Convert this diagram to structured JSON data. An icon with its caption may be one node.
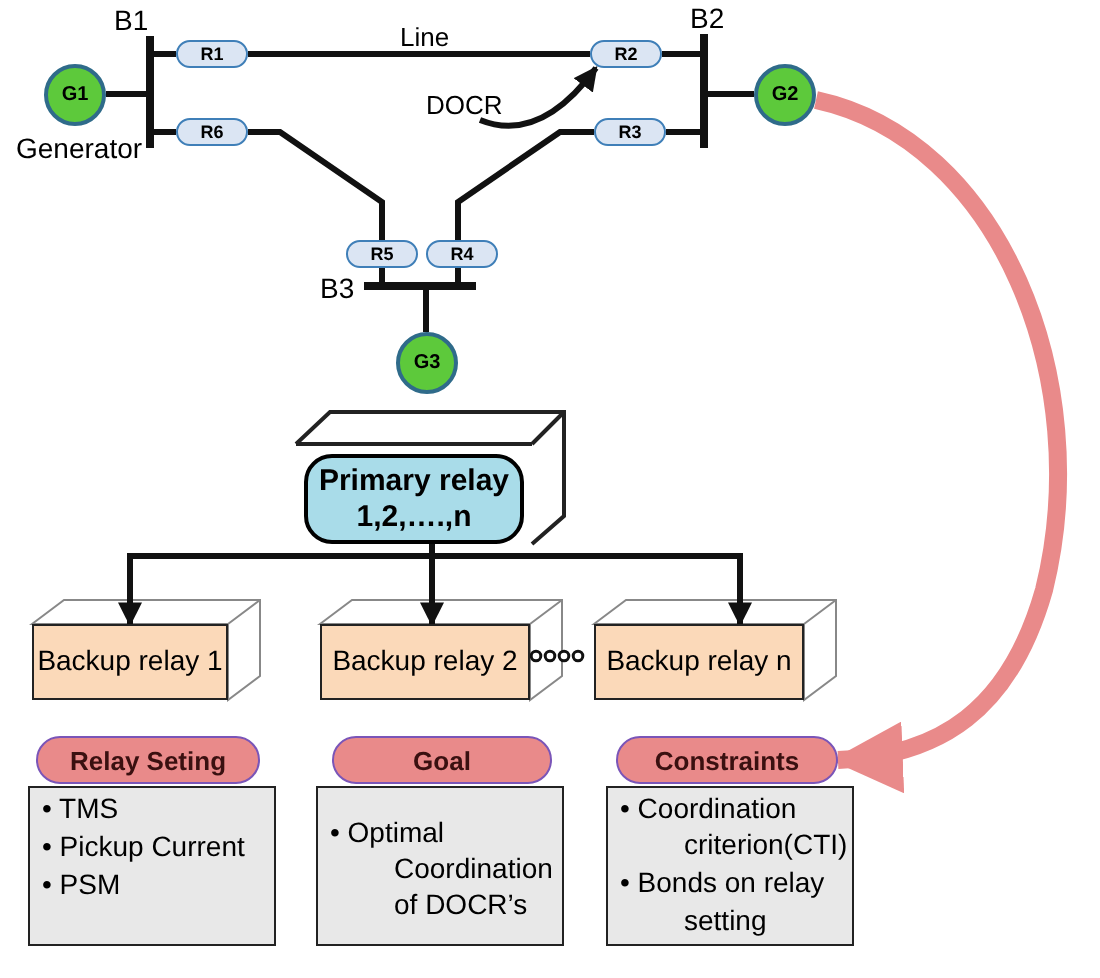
{
  "diagram": {
    "nodes": [
      {
        "text": [
          "G1"
        ],
        "beside": [
          "Generator"
        ]
      },
      {
        "text": [
          "G2"
        ]
      },
      {
        "text": [
          "G3"
        ]
      },
      {
        "text": [
          "R1"
        ]
      },
      {
        "text": [
          "R2"
        ]
      },
      {
        "text": [
          "R3"
        ]
      },
      {
        "text": [
          "R4"
        ]
      },
      {
        "text": [
          "R5"
        ]
      },
      {
        "text": [
          "R6"
        ]
      },
      {
        "text": [
          "B1"
        ]
      },
      {
        "text": [
          "B2"
        ]
      },
      {
        "text": [
          "B3"
        ]
      },
      {
        "text": [
          "Primary relay 1,2,….,n"
        ]
      },
      {
        "text": [
          "Backup relay 1"
        ]
      },
      {
        "text": [
          "Backup relay 2"
        ]
      },
      {
        "text": [
          "Backup relay n"
        ]
      },
      {
        "text": [
          "Relay Seting"
        ]
      },
      {
        "text": [
          "• TMS",
          "• Pickup Current",
          "• PSM"
        ]
      },
      {
        "text": [
          "Goal"
        ]
      },
      {
        "text": [
          "• Optimal Coordination of DOCR’s"
        ]
      },
      {
        "text": [
          "Constraints"
        ]
      },
      {
        "text": [
          "• Coordination criterion(CTI)",
          "• Bonds on relay setting"
        ]
      },
      {
        "text": [
          "DOCR"
        ]
      }
    ],
    "edges": [
      {
        "from": 0,
        "to": 9,
        "arrow": "none"
      },
      {
        "from": 9,
        "to": 3,
        "arrow": "none"
      },
      {
        "from": 3,
        "to": 4,
        "arrow": "none",
        "label": "Line"
      },
      {
        "from": 4,
        "to": 10,
        "arrow": "none"
      },
      {
        "from": 9,
        "to": 8,
        "arrow": "none"
      },
      {
        "from": 8,
        "to": 7,
        "arrow": "none"
      },
      {
        "from": 7,
        "to": 11,
        "arrow": "none"
      },
      {
        "from": 6,
        "to": 11,
        "arrow": "none"
      },
      {
        "from": 6,
        "to": 5,
        "arrow": "none"
      },
      {
        "from": 5,
        "to": 10,
        "arrow": "none"
      },
      {
        "from": 10,
        "to": 1,
        "arrow": "none"
      },
      {
        "from": 11,
        "to": 2,
        "arrow": "none"
      },
      {
        "from": 22,
        "to": 4,
        "arrow": "to"
      },
      {
        "from": 12,
        "to": 13,
        "arrow": "to"
      },
      {
        "from": 12,
        "to": 14,
        "arrow": "to"
      },
      {
        "from": 12,
        "to": 15,
        "arrow": "to"
      },
      {
        "from": 1,
        "to": 20,
        "arrow": "to",
        "style": "thick",
        "color": "#e98a8a"
      }
    ]
  }
}
